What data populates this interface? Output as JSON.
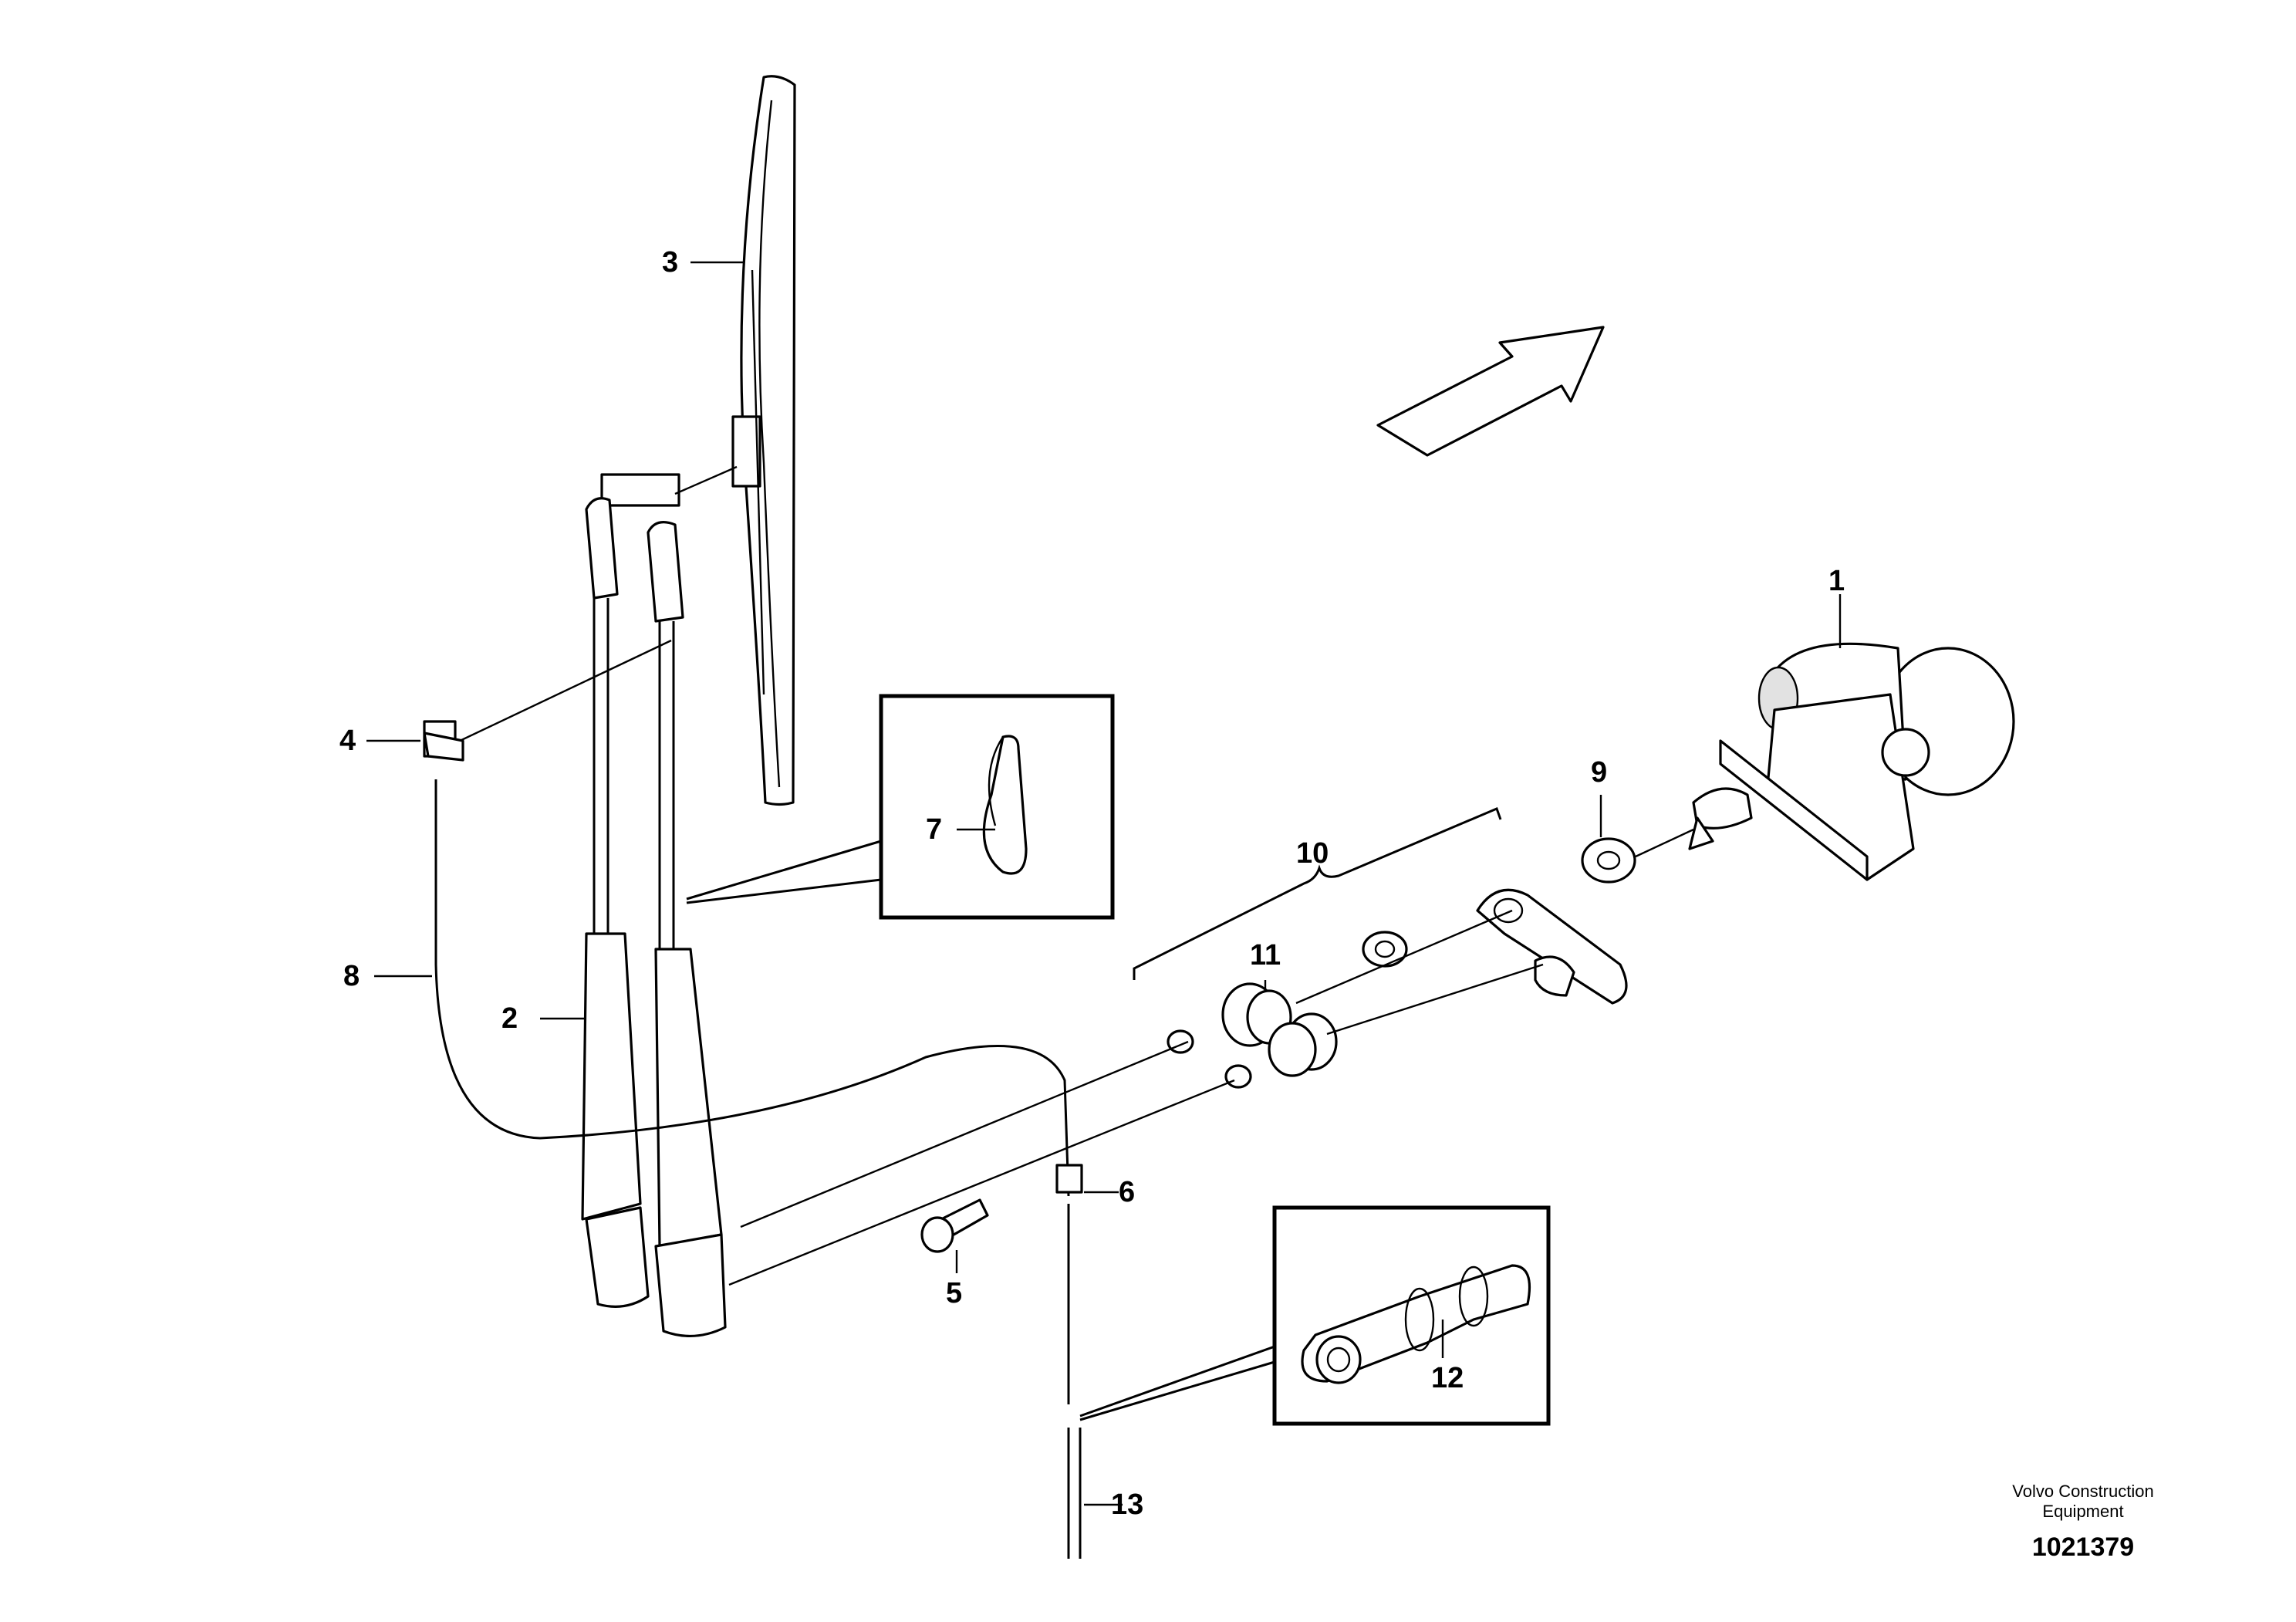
{
  "callouts": {
    "c1": "1",
    "c2": "2",
    "c3": "3",
    "c4": "4",
    "c5": "5",
    "c6": "6",
    "c7": "7",
    "c8": "8",
    "c9": "9",
    "c10": "10",
    "c11": "11",
    "c12": "12",
    "c13": "13"
  },
  "footer": {
    "company_line1": "Volvo Construction",
    "company_line2": "Equipment",
    "drawing_number": "1021379"
  },
  "colors": {
    "line": "#000000",
    "background": "#ffffff",
    "shade": "#e2e2e2"
  }
}
